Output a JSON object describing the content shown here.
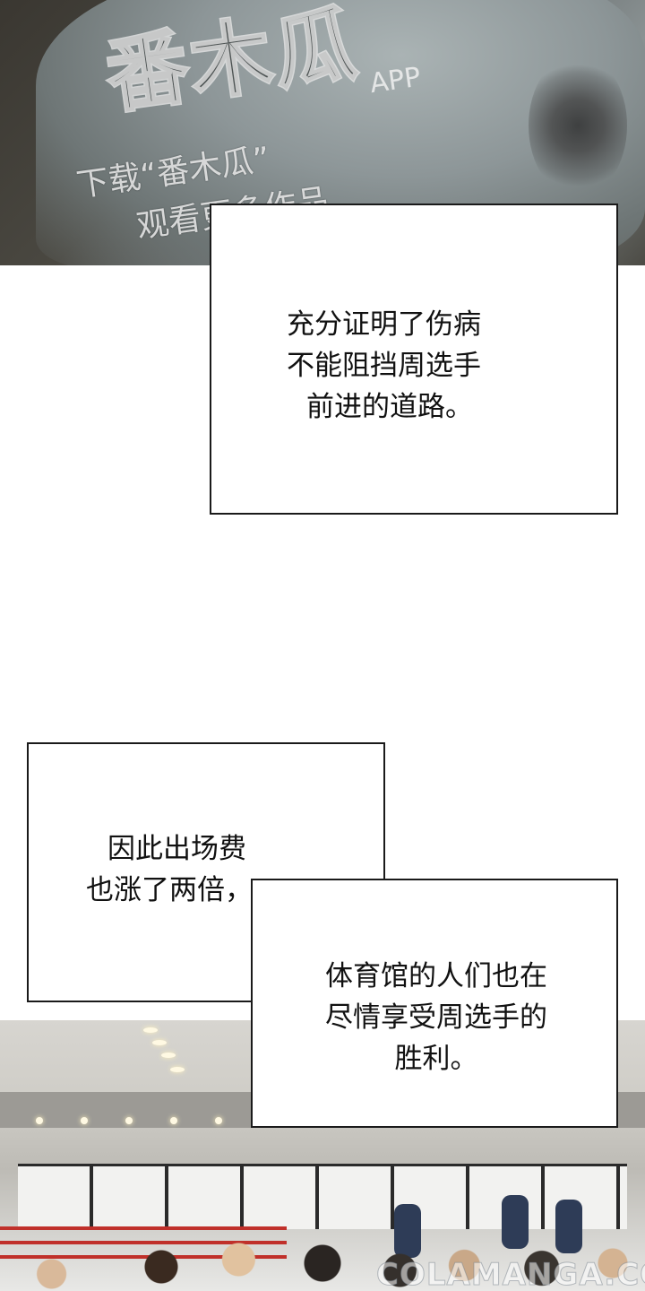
{
  "watermark": {
    "logo": "番木瓜",
    "line1": "下载“番木瓜”",
    "app": "APP",
    "line2": "观看更多作品"
  },
  "box1": {
    "lines": [
      "充分证明了伤病",
      "不能阻挡周选手",
      "前进的道路。"
    ]
  },
  "box2a": {
    "lines": [
      "因此出场费",
      "也涨了两倍，"
    ]
  },
  "box2b": {
    "lines": [
      "体育馆的人们也在",
      "尽情享受周选手的",
      "胜利。"
    ]
  },
  "site_watermark": "COLAMANGA.COM"
}
